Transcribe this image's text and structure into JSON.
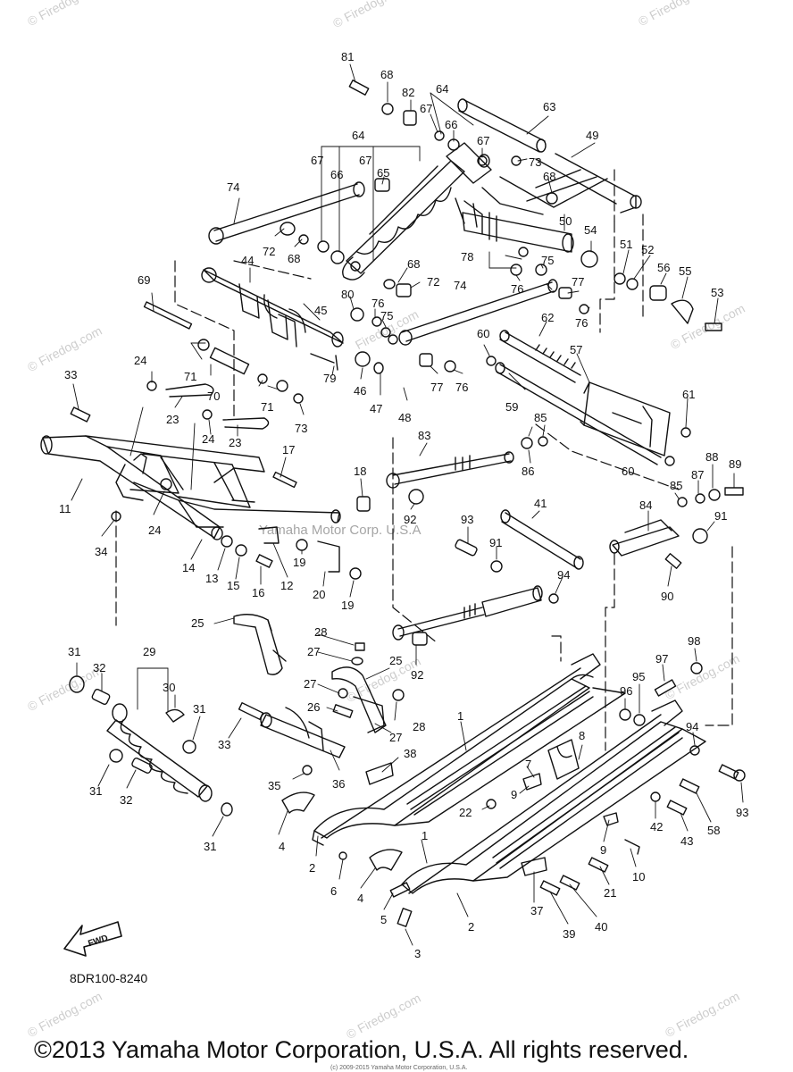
{
  "watermark": "© Firedog.com",
  "watermark_alt": "Firedog.com",
  "overlay_text": "Yamaha Motor Corp. U.S.A",
  "drawing_code": "8DR100-8240",
  "fwd_label": "FWD",
  "copyright": "©2013 Yamaha Motor Corporation, U.S.A. All rights reserved.",
  "small_copyright": "(c) 2009-2015 Yamaha Motor Corporation, U.S.A.",
  "colors": {
    "line": "#111111",
    "background": "#ffffff",
    "watermark": "#b8b8b8"
  },
  "part_numbers": {
    "n1a": "1",
    "n1b": "1",
    "n2a": "2",
    "n2b": "2",
    "n3": "3",
    "n4a": "4",
    "n4b": "4",
    "n5": "5",
    "n6": "6",
    "n7": "7",
    "n8": "8",
    "n9a": "9",
    "n9b": "9",
    "n10": "10",
    "n11": "11",
    "n12": "12",
    "n13": "13",
    "n14": "14",
    "n15": "15",
    "n16": "16",
    "n17": "17",
    "n18": "18",
    "n19a": "19",
    "n19b": "19",
    "n20": "20",
    "n21": "21",
    "n22": "22",
    "n23a": "23",
    "n23b": "23",
    "n24a": "24",
    "n24b": "24",
    "n24c": "24",
    "n25a": "25",
    "n25b": "25",
    "n26": "26",
    "n27a": "27",
    "n27b": "27",
    "n27c": "27",
    "n28a": "28",
    "n28b": "28",
    "n29": "29",
    "n30": "30",
    "n31a": "31",
    "n31b": "31",
    "n31c": "31",
    "n31d": "31",
    "n32a": "32",
    "n32b": "32",
    "n33a": "33",
    "n33b": "33",
    "n34": "34",
    "n35": "35",
    "n36": "36",
    "n37": "37",
    "n38": "38",
    "n39": "39",
    "n40": "40",
    "n41": "41",
    "n42": "42",
    "n43": "43",
    "n44": "44",
    "n45": "45",
    "n46": "46",
    "n47": "47",
    "n48": "48",
    "n49": "49",
    "n50": "50",
    "n51": "51",
    "n52": "52",
    "n53": "53",
    "n54": "54",
    "n55": "55",
    "n56": "56",
    "n57": "57",
    "n58": "58",
    "n59": "59",
    "n60a": "60",
    "n60b": "60",
    "n61": "61",
    "n62": "62",
    "n63": "63",
    "n64a": "64",
    "n64b": "64",
    "n65": "65",
    "n66a": "66",
    "n66b": "66",
    "n67a": "67",
    "n67b": "67",
    "n67c": "67",
    "n67d": "67",
    "n68a": "68",
    "n68b": "68",
    "n68c": "68",
    "n68d": "68",
    "n69": "69",
    "n70": "70",
    "n71a": "71",
    "n71b": "71",
    "n72a": "72",
    "n72b": "72",
    "n73a": "73",
    "n73b": "73",
    "n74a": "74",
    "n74b": "74",
    "n75a": "75",
    "n75b": "75",
    "n76a": "76",
    "n76b": "76",
    "n76c": "76",
    "n76d": "76",
    "n77a": "77",
    "n77b": "77",
    "n78": "78",
    "n79": "79",
    "n80": "80",
    "n81": "81",
    "n82": "82",
    "n83": "83",
    "n84": "84",
    "n85a": "85",
    "n85b": "85",
    "n86": "86",
    "n87": "87",
    "n88": "88",
    "n89": "89",
    "n90": "90",
    "n91a": "91",
    "n91b": "91",
    "n92a": "92",
    "n92b": "92",
    "n93a": "93",
    "n93b": "93",
    "n94a": "94",
    "n94b": "94",
    "n95": "95",
    "n96": "96",
    "n97": "97",
    "n98": "98"
  }
}
